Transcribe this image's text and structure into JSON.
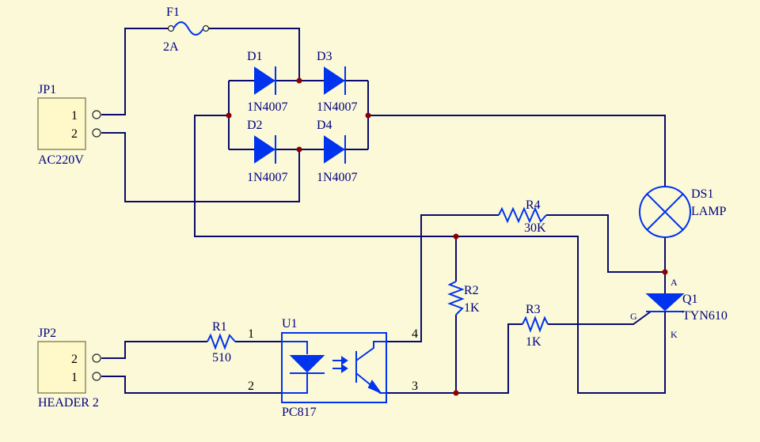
{
  "components": {
    "jp1": {
      "ref": "JP1",
      "value": "AC220V",
      "pins": [
        "1",
        "2"
      ]
    },
    "jp2": {
      "ref": "JP2",
      "value": "HEADER 2",
      "pins": [
        "2",
        "1"
      ]
    },
    "f1": {
      "ref": "F1",
      "value": "2A"
    },
    "d1": {
      "ref": "D1",
      "value": "1N4007"
    },
    "d2": {
      "ref": "D2",
      "value": "1N4007"
    },
    "d3": {
      "ref": "D3",
      "value": "1N4007"
    },
    "d4": {
      "ref": "D4",
      "value": "1N4007"
    },
    "ds1": {
      "ref": "DS1",
      "value": "LAMP"
    },
    "r1": {
      "ref": "R1",
      "value": "510"
    },
    "r2": {
      "ref": "R2",
      "value": "1K"
    },
    "r3": {
      "ref": "R3",
      "value": "1K"
    },
    "r4": {
      "ref": "R4",
      "value": "30K"
    },
    "u1": {
      "ref": "U1",
      "value": "PC817",
      "pins": [
        "1",
        "2",
        "3",
        "4"
      ]
    },
    "q1": {
      "ref": "Q1",
      "value": "TYN610",
      "pins": {
        "anode": "A",
        "gate": "G",
        "cathode": "K"
      }
    }
  },
  "colors": {
    "background": "#fbf9d8",
    "wire": "#0a0a6e",
    "component": "#0033ee",
    "junction": "#8b0000",
    "text": "#000080"
  }
}
